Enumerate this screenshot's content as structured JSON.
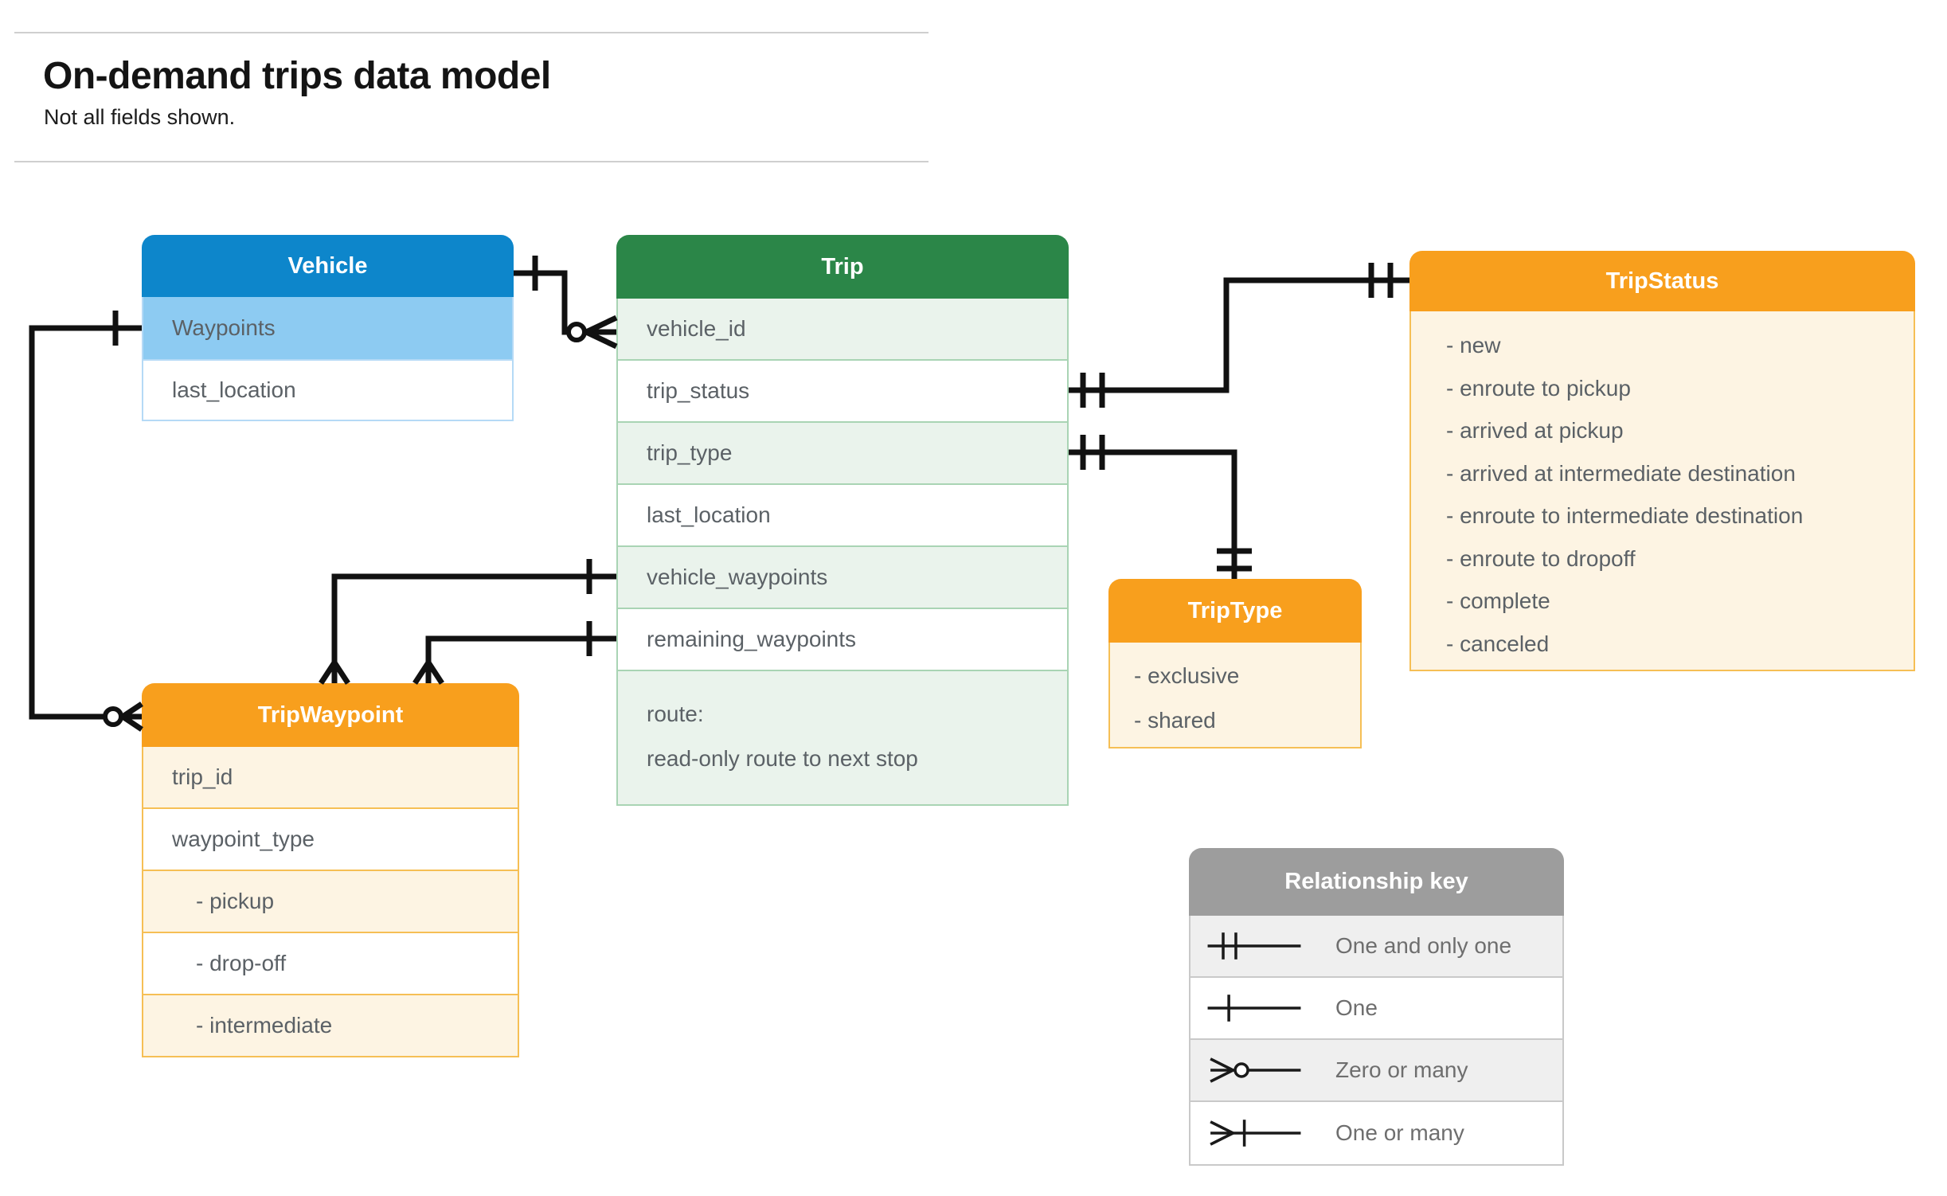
{
  "page": {
    "title": "On-demand trips data model",
    "subtitle": "Not all fields shown."
  },
  "entities": {
    "vehicle": {
      "title": "Vehicle",
      "fields": [
        {
          "label": "Waypoints"
        },
        {
          "label": "last_location"
        }
      ]
    },
    "trip": {
      "title": "Trip",
      "fields": [
        {
          "label": "vehicle_id"
        },
        {
          "label": "trip_status"
        },
        {
          "label": "trip_type"
        },
        {
          "label": "last_location"
        },
        {
          "label": "vehicle_waypoints"
        },
        {
          "label": "remaining_waypoints"
        }
      ],
      "route": {
        "line1": "route:",
        "line2": "read-only route to next stop"
      }
    },
    "tripstatus": {
      "title": "TripStatus",
      "values": [
        "- new",
        "- enroute to pickup",
        "- arrived at pickup",
        "- arrived at intermediate destination",
        "- enroute to intermediate destination",
        "- enroute to dropoff",
        "- complete",
        "- canceled"
      ]
    },
    "triptype": {
      "title": "TripType",
      "values": [
        "- exclusive",
        "- shared"
      ]
    },
    "tripwaypoint": {
      "title": "TripWaypoint",
      "fields": [
        {
          "label": "trip_id"
        },
        {
          "label": "waypoint_type"
        },
        {
          "label": "- pickup"
        },
        {
          "label": "- drop-off"
        },
        {
          "label": "- intermediate"
        }
      ]
    }
  },
  "legend": {
    "title": "Relationship key",
    "items": [
      {
        "label": "One and only one",
        "symbol": "one-and-only-one"
      },
      {
        "label": "One",
        "symbol": "one"
      },
      {
        "label": "Zero or many",
        "symbol": "zero-or-many"
      },
      {
        "label": "One or many",
        "symbol": "one-or-many"
      }
    ]
  },
  "colors": {
    "vehicle_header": "#0d86cb",
    "vehicle_highlight_row": "#8dcbf2",
    "trip_header": "#2b8648",
    "trip_tint_row": "#eaf3ec",
    "orange_header": "#f89f1d",
    "orange_tint_row": "#fdf4e3",
    "legend_header": "#9d9d9d",
    "legend_tint_row": "#efefef",
    "connector_line": "#111111"
  }
}
